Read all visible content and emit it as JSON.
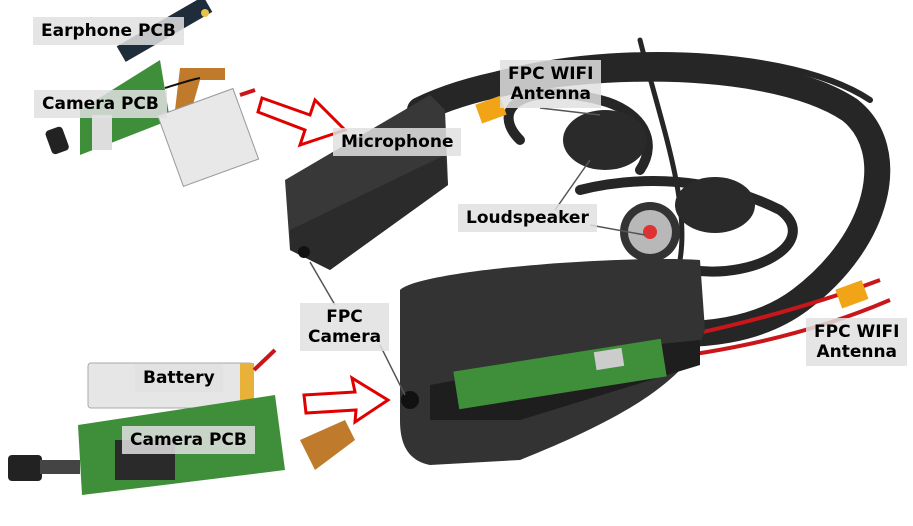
{
  "labels": {
    "earphone_pcb": "Earphone PCB",
    "camera_pcb_top": "Camera PCB",
    "fpc_wifi_antenna_top_line1": "FPC WIFI",
    "fpc_wifi_antenna_top_line2": "Antenna",
    "microphone": "Microphone",
    "loudspeaker": "Loudspeaker",
    "fpc_camera_line1": "FPC",
    "fpc_camera_line2": "Camera",
    "fpc_wifi_antenna_right_line1": "FPC WIFI",
    "fpc_wifi_antenna_right_line2": "Antenna",
    "battery": "Battery",
    "camera_pcb_bottom": "Camera PCB"
  },
  "colors": {
    "arrow": "#e00000",
    "device": "#2e2e2e",
    "pcb": "#3f8f3a",
    "antenna": "#c07a2c",
    "tape": "#f2a417"
  }
}
